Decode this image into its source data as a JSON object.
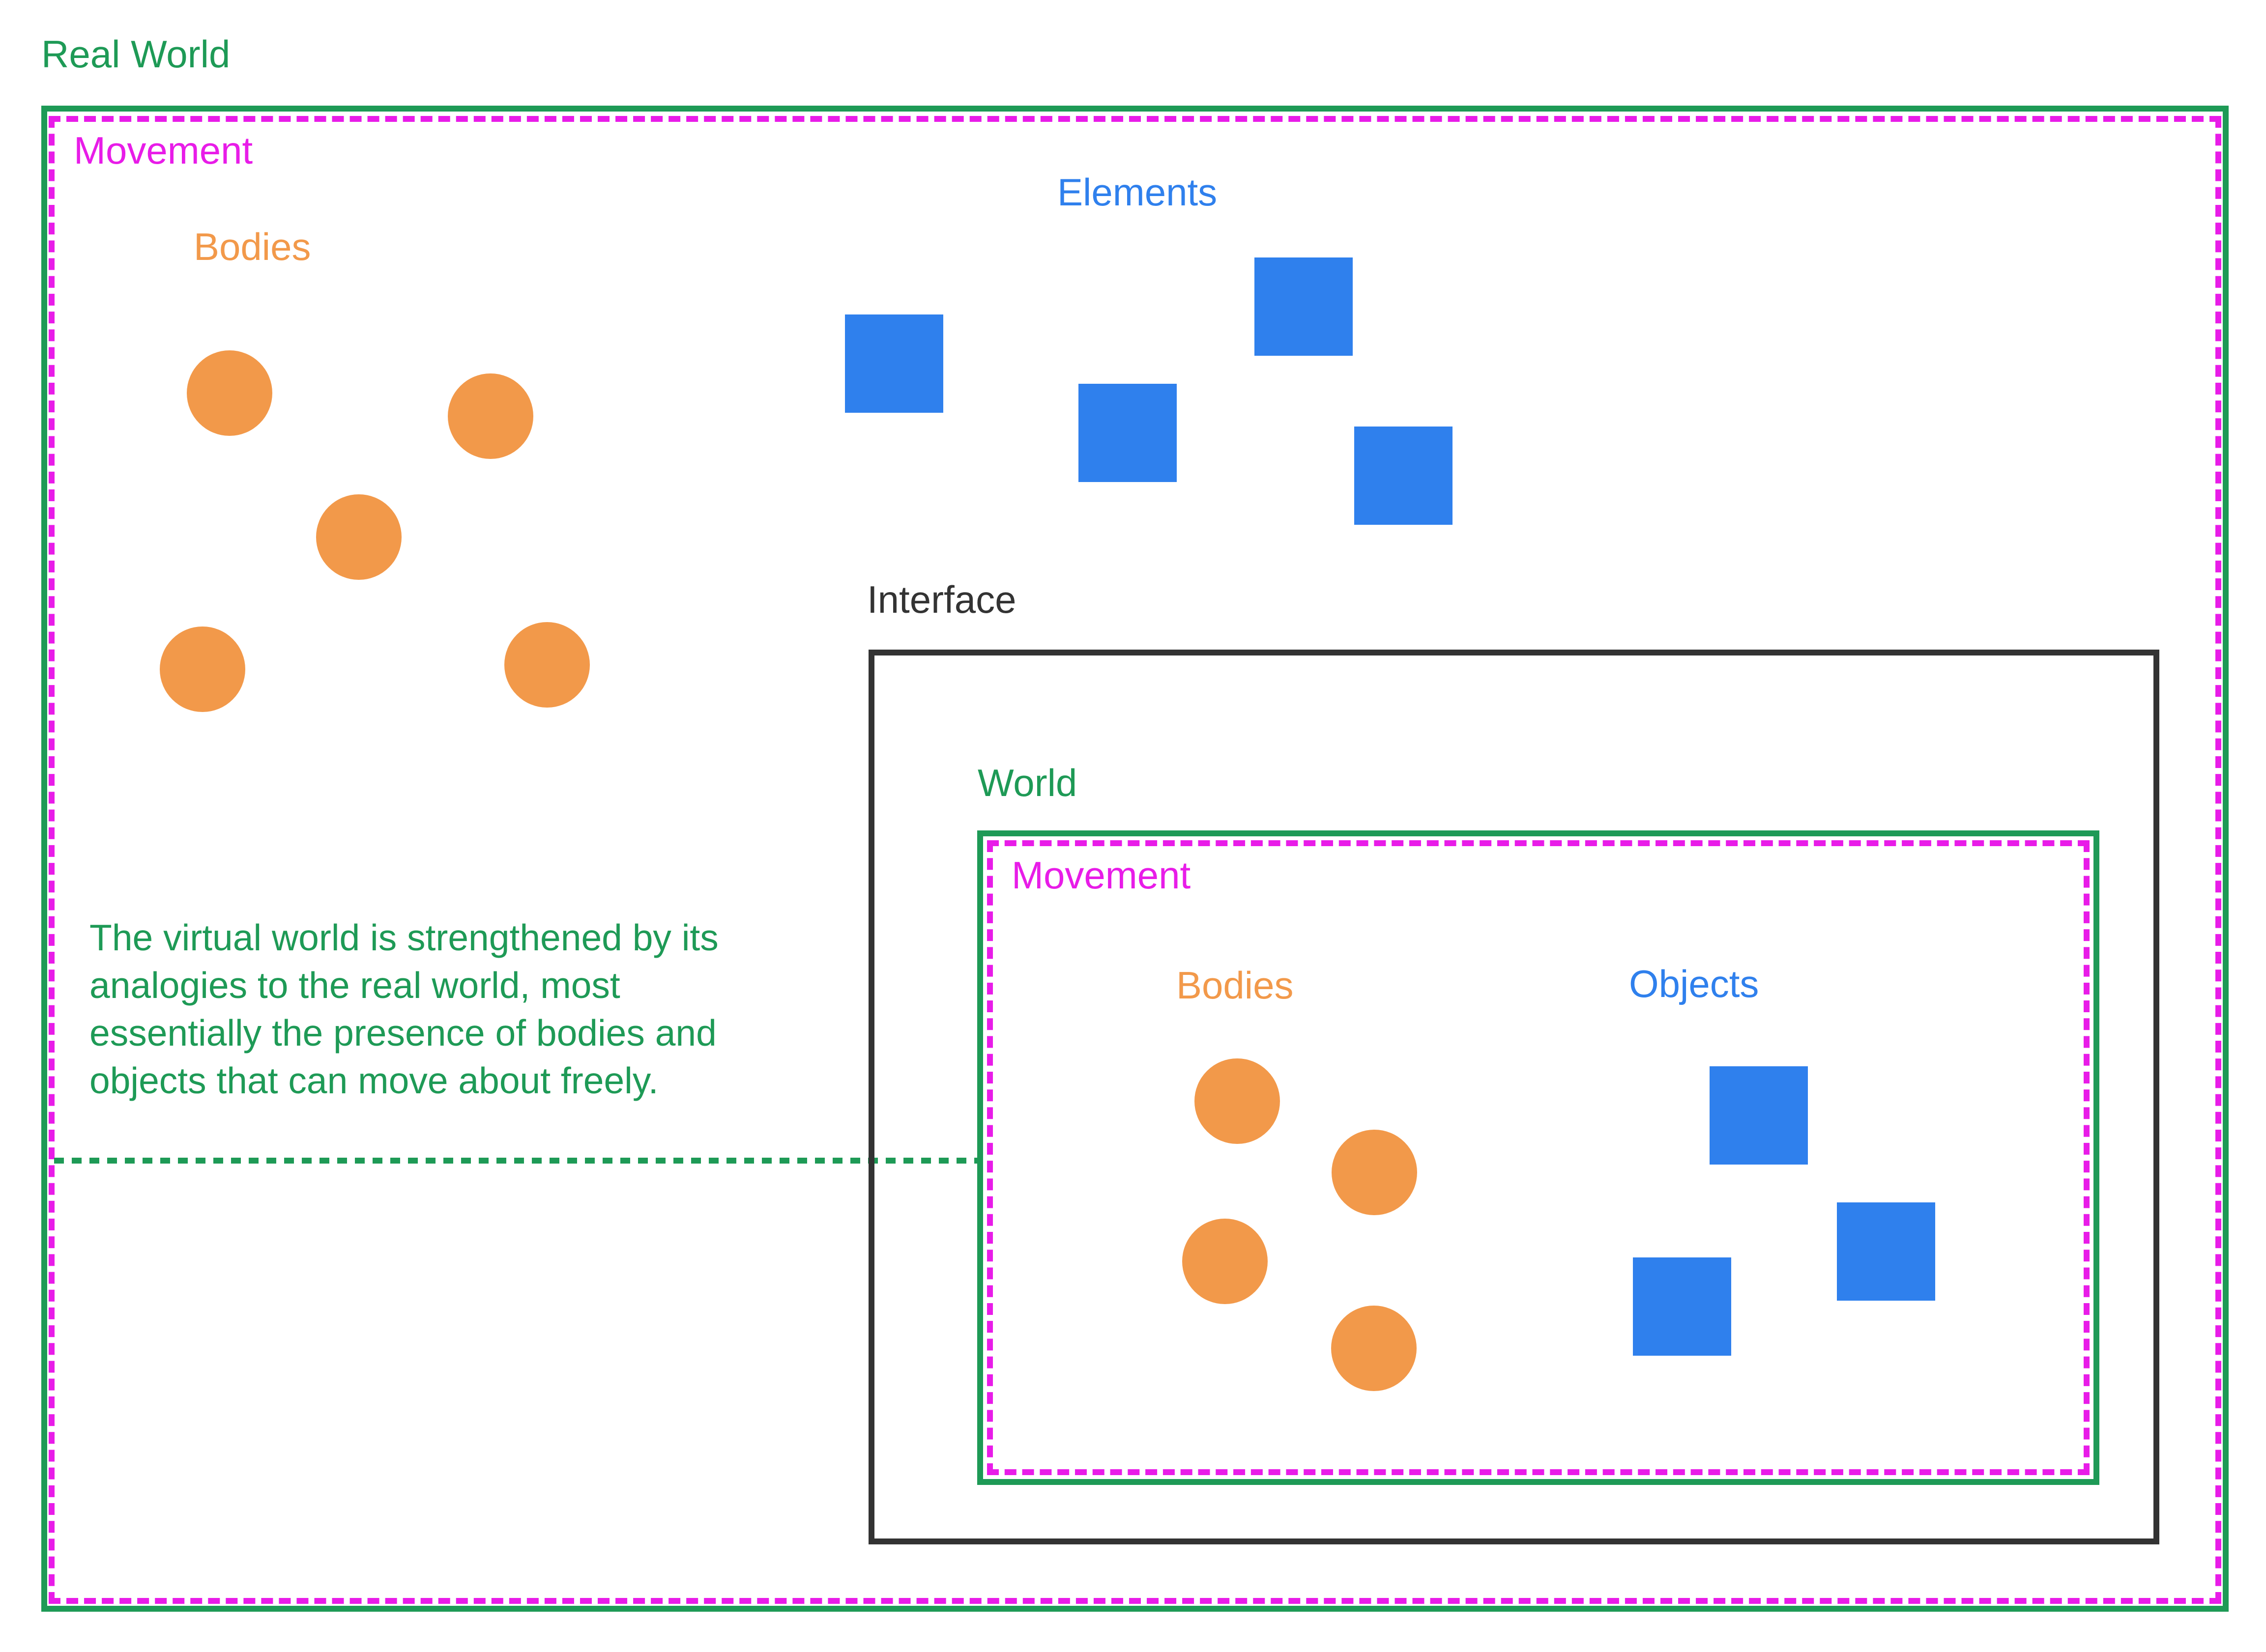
{
  "colors": {
    "green": "#1E9A56",
    "magenta": "#E81CE8",
    "orange": "#F2994A",
    "blue": "#2F80ED",
    "ink": "#333333"
  },
  "real_world": {
    "label": "Real World",
    "movement": {
      "label": "Movement"
    },
    "bodies": {
      "label": "Bodies",
      "count": 5,
      "shape": "circle",
      "color": "#F2994A"
    },
    "elements": {
      "label": "Elements",
      "count": 4,
      "shape": "square",
      "color": "#2F80ED"
    },
    "description": "The virtual world is strengthened by its\nanalogies to the real world, most\nessentially the presence of bodies and\nobjects that can move about freely."
  },
  "interface": {
    "label": "Interface",
    "world": {
      "label": "World",
      "movement": {
        "label": "Movement"
      },
      "bodies": {
        "label": "Bodies",
        "count": 4,
        "shape": "circle",
        "color": "#F2994A"
      },
      "objects": {
        "label": "Objects",
        "count": 3,
        "shape": "square",
        "color": "#2F80ED"
      }
    }
  }
}
